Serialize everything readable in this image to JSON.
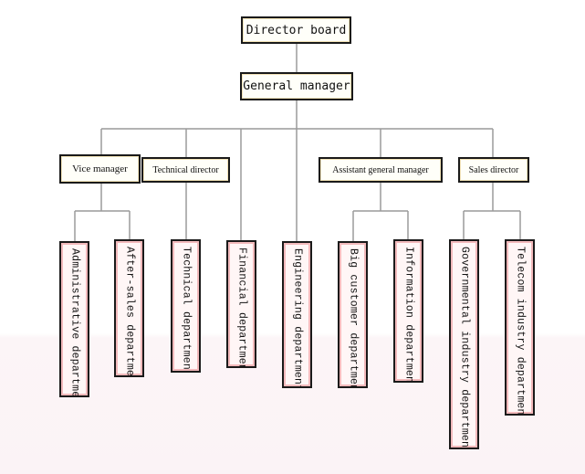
{
  "top": {
    "director_board": "Director board",
    "general_manager": "General manager"
  },
  "managers": {
    "vice_manager": "Vice manager",
    "technical_director": "Technical director",
    "assistant_general_manager": "Assistant general manager",
    "sales_director": "Sales director"
  },
  "departments": {
    "administrative": "Administrative department",
    "after_sales": "After-sales department",
    "technical": "Technical department",
    "financial": "Financial department",
    "engineering": "Engineering department",
    "big_customer": "Big customer department",
    "information": "Information department",
    "governmental": "Governmental industry department",
    "telecom": "Telecom industry department"
  }
}
